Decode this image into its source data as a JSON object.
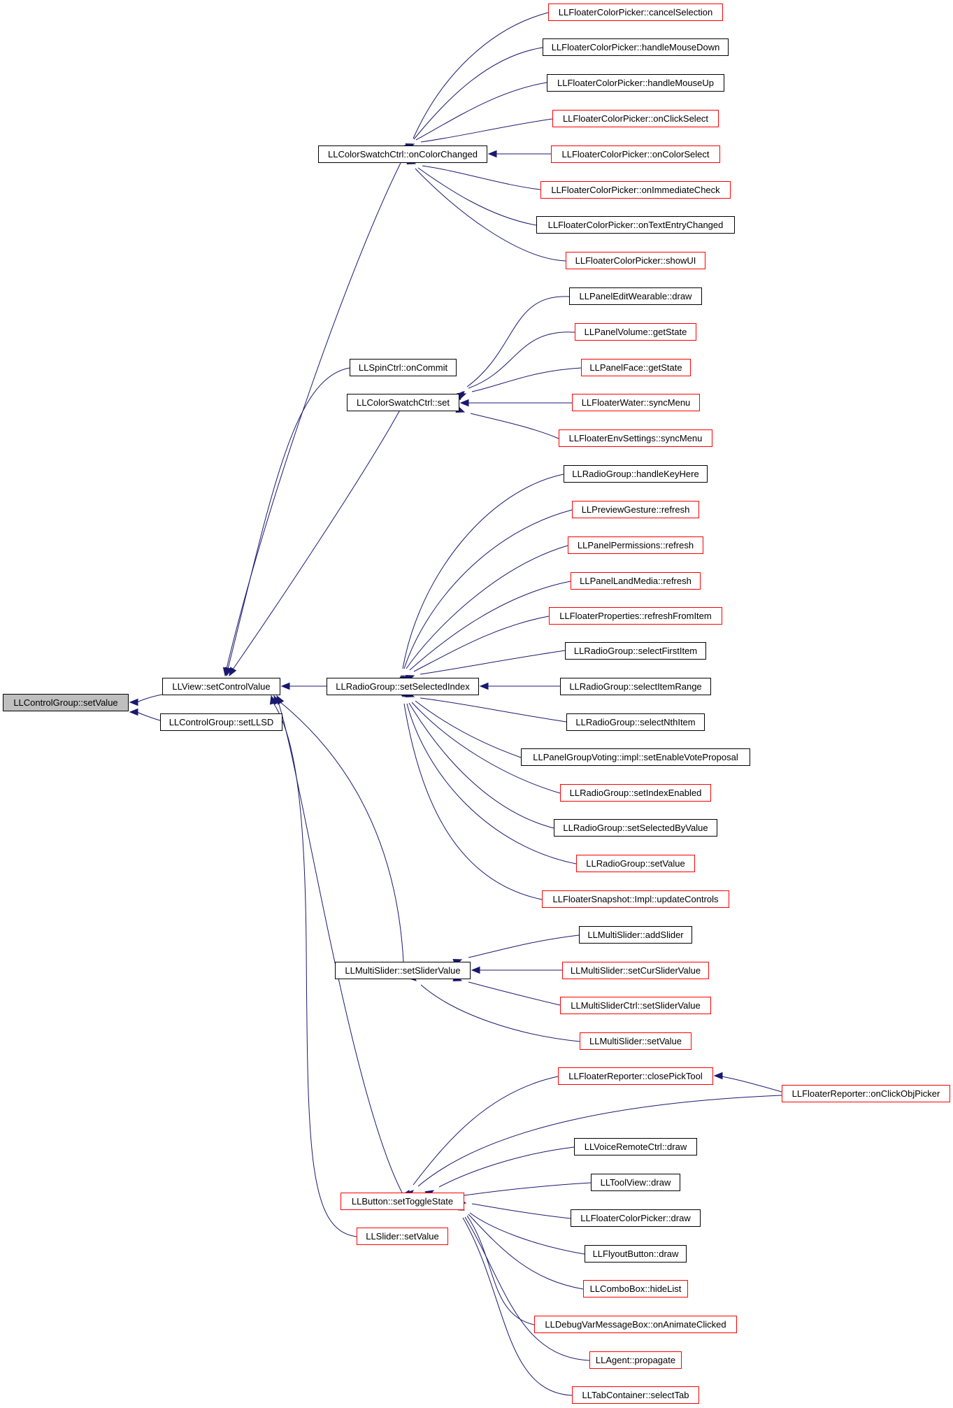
{
  "colors": {
    "edge": "#191970",
    "documented_border": "#000000",
    "undocumented_border": "#ff0000",
    "root_fill": "#bfbfbf"
  },
  "nodes": {
    "root": "LLControlGroup::setValue",
    "view_setcontrolvalue": "LLView::setControlValue",
    "controlgroup_setllsd": "LLControlGroup::setLLSD",
    "colorswatch_oncolorchanged": "LLColorSwatchCtrl::onColorChanged",
    "spinctrl_oncommit": "LLSpinCtrl::onCommit",
    "colorswatch_set": "LLColorSwatchCtrl::set",
    "radiogroup_setselectedindex": "LLRadioGroup::setSelectedIndex",
    "multislider_setslidervalue": "LLMultiSlider::setSliderValue",
    "button_settogglestate": "LLButton::setToggleState",
    "slider_setvalue": "LLSlider::setValue",
    "fcp_cancelselection": "LLFloaterColorPicker::cancelSelection",
    "fcp_handlemousedown": "LLFloaterColorPicker::handleMouseDown",
    "fcp_handlemouseup": "LLFloaterColorPicker::handleMouseUp",
    "fcp_onclickselect": "LLFloaterColorPicker::onClickSelect",
    "fcp_oncolorselect": "LLFloaterColorPicker::onColorSelect",
    "fcp_onimmediatecheck": "LLFloaterColorPicker::onImmediateCheck",
    "fcp_ontextentrychanged": "LLFloaterColorPicker::onTextEntryChanged",
    "fcp_showui": "LLFloaterColorPicker::showUI",
    "panelwearable_draw": "LLPanelEditWearable::draw",
    "panelvolume_getstate": "LLPanelVolume::getState",
    "panelface_getstate": "LLPanelFace::getState",
    "floaterwater_syncmenu": "LLFloaterWater::syncMenu",
    "floaterenv_syncmenu": "LLFloaterEnvSettings::syncMenu",
    "rg_handlekeyhere": "LLRadioGroup::handleKeyHere",
    "previewgesture_refresh": "LLPreviewGesture::refresh",
    "panelpermissions_refresh": "LLPanelPermissions::refresh",
    "panellandmedia_refresh": "LLPanelLandMedia::refresh",
    "floaterprops_refreshfromitem": "LLFloaterProperties::refreshFromItem",
    "rg_selectfirstitem": "LLRadioGroup::selectFirstItem",
    "rg_selectitemrange": "LLRadioGroup::selectItemRange",
    "rg_selectnthitem": "LLRadioGroup::selectNthItem",
    "pgv_setenablevoteproposal": "LLPanelGroupVoting::impl::setEnableVoteProposal",
    "rg_setindexenabled": "LLRadioGroup::setIndexEnabled",
    "rg_setselectedbyvalue": "LLRadioGroup::setSelectedByValue",
    "rg_setvalue": "LLRadioGroup::setValue",
    "floatersnapshot_updatecontrols": "LLFloaterSnapshot::Impl::updateControls",
    "ms_addslider": "LLMultiSlider::addSlider",
    "ms_setcurslidervalue": "LLMultiSlider::setCurSliderValue",
    "msctrl_setslidervalue": "LLMultiSliderCtrl::setSliderValue",
    "ms_setvalue": "LLMultiSlider::setValue",
    "reporter_closepicktool": "LLFloaterReporter::closePickTool",
    "reporter_onclickobjpicker": "LLFloaterReporter::onClickObjPicker",
    "voiceremote_draw": "LLVoiceRemoteCtrl::draw",
    "toolview_draw": "LLToolView::draw",
    "fcp_draw": "LLFloaterColorPicker::draw",
    "flyoutbutton_draw": "LLFlyoutButton::draw",
    "combobox_hidelist": "LLComboBox::hideList",
    "debugvar_onanimateclicked": "LLDebugVarMessageBox::onAnimateClicked",
    "agent_propagate": "LLAgent::propagate",
    "tabcontainer_selecttab": "LLTabContainer::selectTab"
  }
}
